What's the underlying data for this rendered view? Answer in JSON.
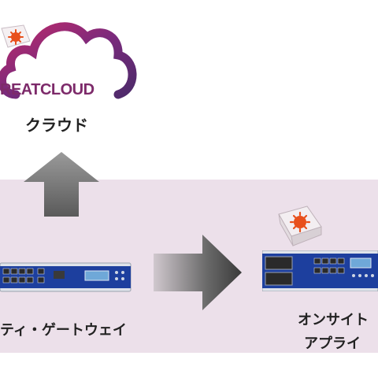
{
  "cloud": {
    "brand": "REATCLOUD",
    "label": "クラウド"
  },
  "gateway": {
    "label": "ティ・ゲートウェイ"
  },
  "onsite": {
    "label_line1": "オンサイト",
    "label_line2": "アプライ"
  },
  "colors": {
    "brand_purple": "#7d2a6a",
    "band_pink": "#ece0ea",
    "device_blue": "#1d3f9e",
    "bug_orange": "#e8501c"
  }
}
